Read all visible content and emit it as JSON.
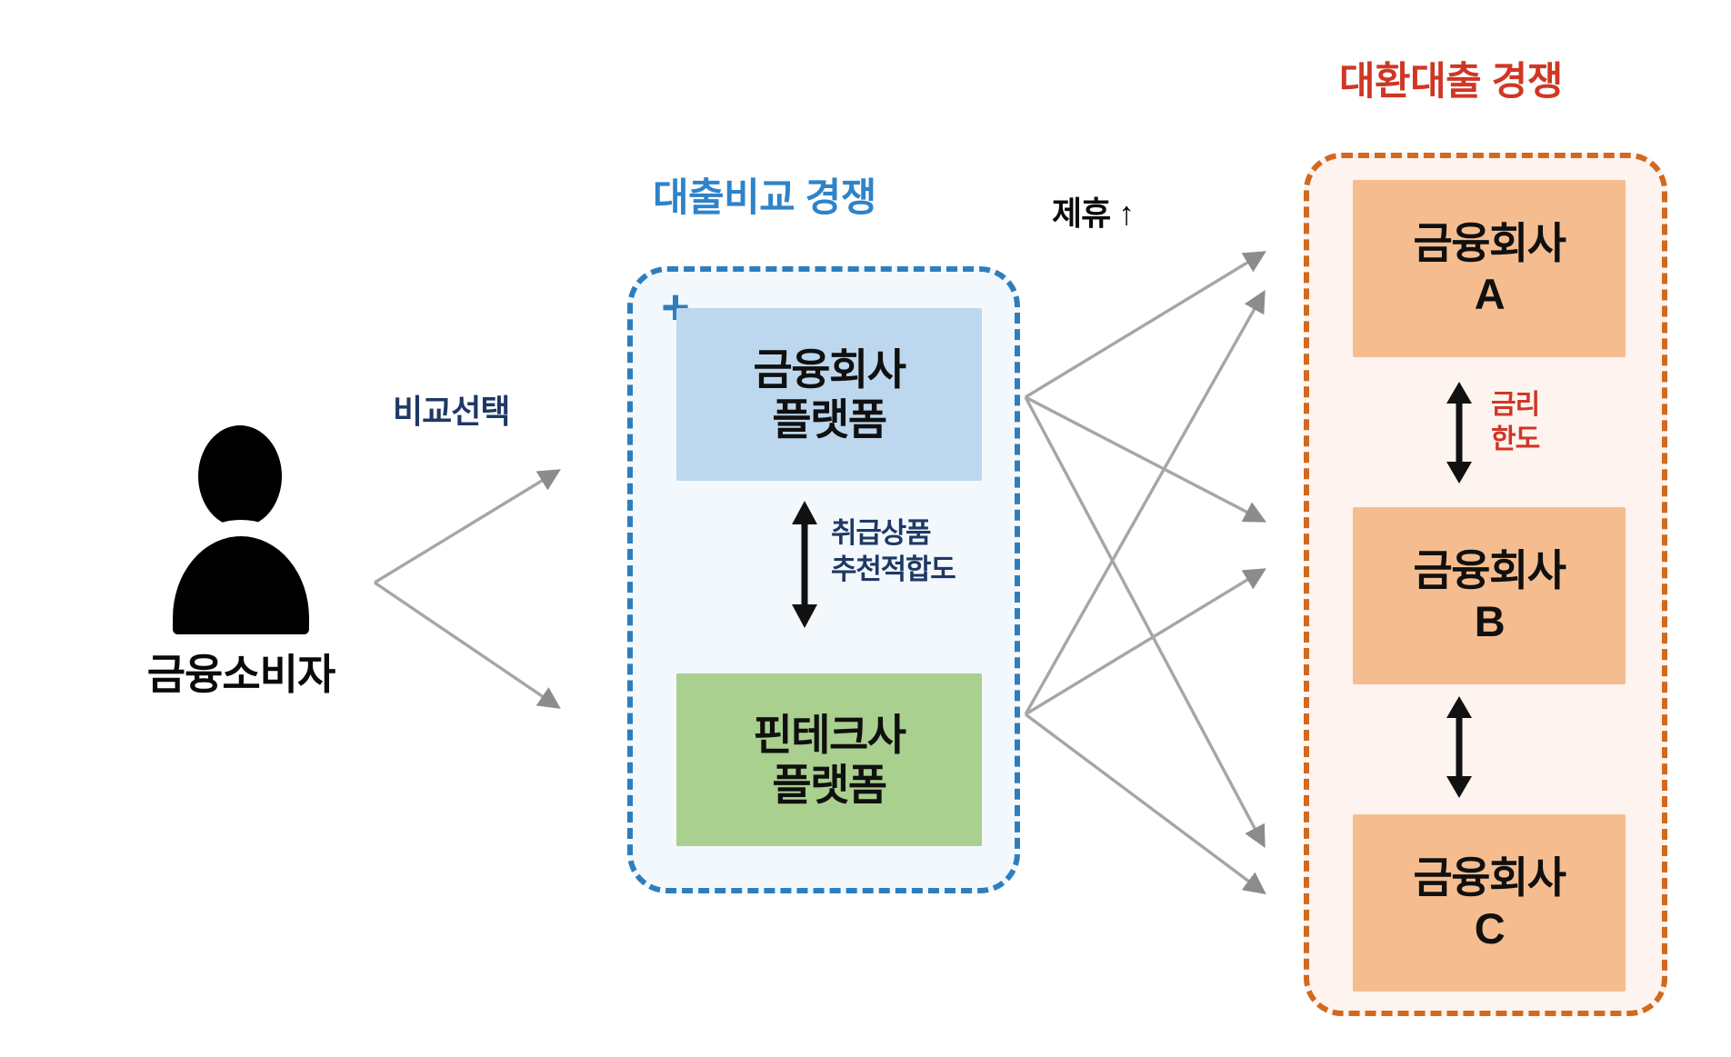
{
  "diagram": {
    "consumer": {
      "icon": "person-icon",
      "label": "금융소비자"
    },
    "edge_labels": {
      "consumer_to_platform": "비교선택",
      "platform_to_finance": "제휴 ↑"
    },
    "platform_group": {
      "title": "대출비교 경쟁",
      "title_color": "#2e83c9",
      "border_color": "#2e7ebd",
      "background": "#f3f8fd",
      "plus_badge": "+",
      "boxes": [
        {
          "id": "fincorp-platform",
          "line1": "금융회사",
          "line2": "플랫폼",
          "color": "#bdd7ee"
        },
        {
          "id": "fintech-platform",
          "line1": "핀테크사",
          "line2": "플랫폼",
          "color": "#a9d08e"
        }
      ],
      "inner_arrow_label": {
        "line1": "취급상품",
        "line2": "추천적합도",
        "color": "#1f3864"
      }
    },
    "refinance_group": {
      "title": "대환대출 경쟁",
      "title_color": "#cf3724",
      "border_color": "#d2691e",
      "background": "#fdf3ef",
      "box_color": "#f5bd8f",
      "boxes": [
        {
          "id": "fincorp-a",
          "line1": "금융회사",
          "line2": "A"
        },
        {
          "id": "fincorp-b",
          "line1": "금융회사",
          "line2": "B"
        },
        {
          "id": "fincorp-c",
          "line1": "금융회사",
          "line2": "C"
        }
      ],
      "inner_arrow_label": {
        "line1": "금리",
        "line2": "한도",
        "color": "#cf3724"
      }
    }
  }
}
